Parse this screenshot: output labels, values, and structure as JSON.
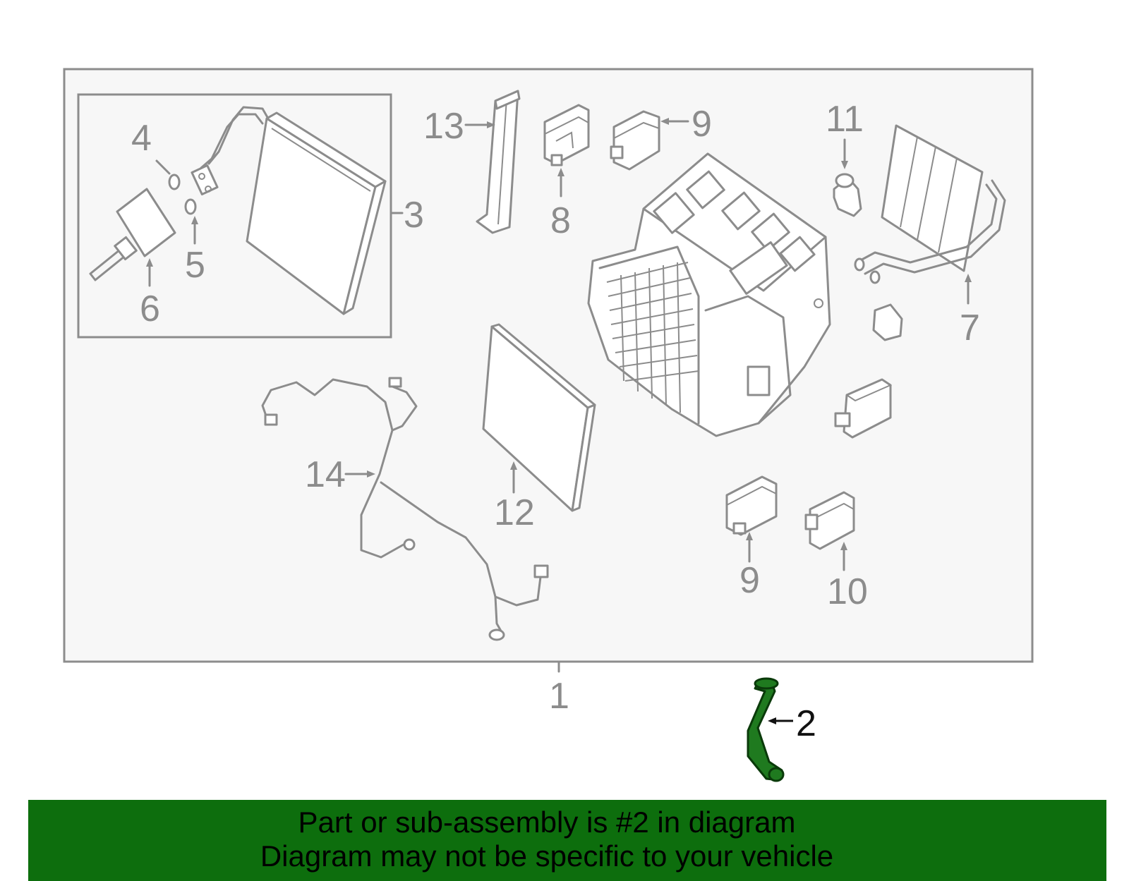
{
  "diagram": {
    "callouts": {
      "c1": "1",
      "c2": "2",
      "c3": "3",
      "c4": "4",
      "c5": "5",
      "c6": "6",
      "c7": "7",
      "c8": "8",
      "c9a": "9",
      "c9b": "9",
      "c10": "10",
      "c11": "11",
      "c12": "12",
      "c13": "13",
      "c14": "14"
    },
    "highlighted_part": "2",
    "colors": {
      "highlight": "#1f7a1f",
      "banner": "#0d6e0d",
      "line": "#8c8c8c",
      "panel": "#f7f7f7"
    }
  },
  "banner": {
    "line1": "Part or sub-assembly is #2 in diagram",
    "line2": "Diagram may not be specific to your vehicle"
  }
}
